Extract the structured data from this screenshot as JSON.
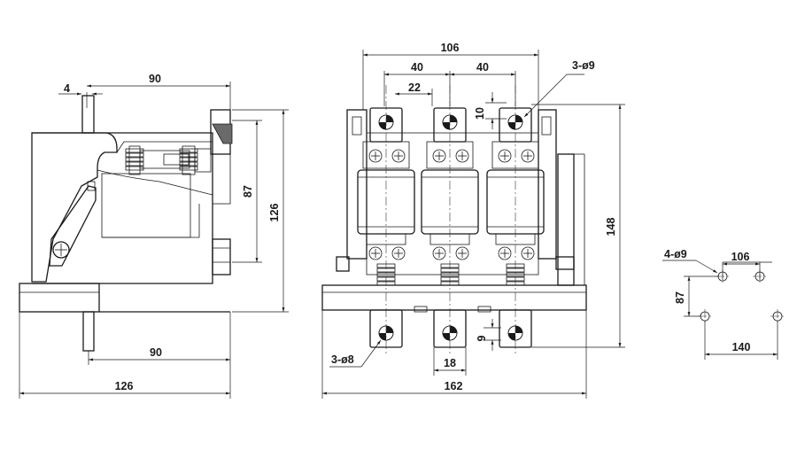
{
  "side_view": {
    "top_width": "90",
    "top_offset": "4",
    "spring_height": "87",
    "total_height": "126",
    "bottom_width": "90",
    "overall_width": "126"
  },
  "front_view": {
    "overall_top_width": "106",
    "pitch_left": "40",
    "pitch_right": "40",
    "terminal_offset": "22",
    "terminal_gap": "10",
    "top_holes": "3-ø9",
    "height": "148",
    "bottom_slot": "9",
    "terminal_width": "18",
    "bottom_holes": "3-ø8",
    "overall_width": "162"
  },
  "mounting_view": {
    "holes": "4-ø9",
    "top_spacing": "106",
    "vertical_spacing": "87",
    "bottom_spacing": "140"
  }
}
